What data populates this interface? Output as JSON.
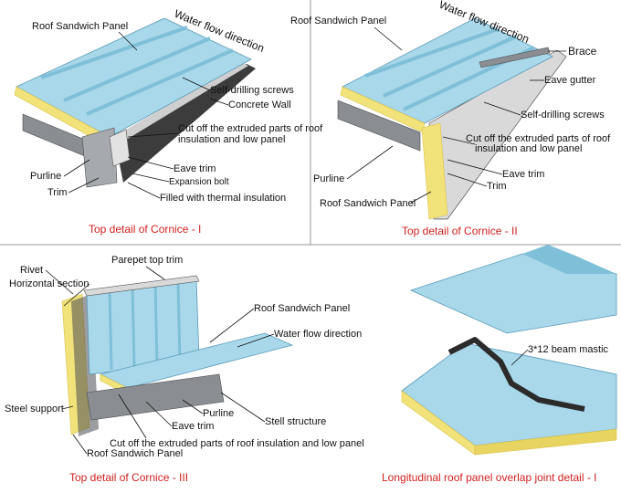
{
  "colors": {
    "panel_top": "#a9d8ea",
    "panel_rib": "#7fbfd8",
    "panel_edge": "#5a9ab8",
    "insulation": "#f2e27a",
    "insulation_dark": "#d9c24a",
    "steel": "#8a8d91",
    "steel_dark": "#4a4d52",
    "wall": "#d9d9d9",
    "wall_dark": "#3c3c3c",
    "caption": "#d21e1e",
    "mastic": "#2b2b2b"
  },
  "panel1": {
    "caption": "Top detail of Cornice - I",
    "labels": {
      "water_flow": "Water flow direction",
      "roof_panel": "Roof Sandwich Panel",
      "screws": "Self-drilling screws",
      "wall": "Concrete Wall",
      "cut_off_1": "Cut off the extruded parts of roof",
      "cut_off_2": "insulation and low panel",
      "eave_trim": "Eave trim",
      "bolt": "Expansion bolt",
      "filled": "Filled with thermal insulation",
      "purline": "Purline",
      "trim": "Trim"
    }
  },
  "panel2": {
    "caption": "Top detail of Cornice - II",
    "labels": {
      "water_flow": "Water flow direction",
      "roof_panel": "Roof Sandwich Panel",
      "brace": "Brace",
      "gutter": "Eave gutter",
      "screws": "Self-drilling screws",
      "cut_off_1": "Cut off the extruded parts of roof",
      "cut_off_2": "insulation and low panel",
      "eave_trim": "Eave trim",
      "purline": "Purline",
      "trim": "Trim",
      "roof_panel_bottom": "Roof Sandwich Panel"
    }
  },
  "panel3": {
    "caption": "Top detail of Cornice - III",
    "labels": {
      "parapet": "Parepet top trim",
      "rivet": "Rivet",
      "horizontal": "Horizontal section",
      "roof_panel": "Roof Sandwich Panel",
      "water_flow": "Water flow direction",
      "steel_support": "Steel support",
      "purline": "Purline",
      "eave_trim": "Eave trim",
      "stell": "Stell structure",
      "cut_off": "Cut off the extruded parts of roof insulation and low panel",
      "roof_panel_bottom": "Roof Sandwich Panel"
    }
  },
  "panel4": {
    "caption": "Longitudinal roof panel overlap joint detail - I",
    "labels": {
      "mastic": "3*12 beam mastic"
    }
  }
}
